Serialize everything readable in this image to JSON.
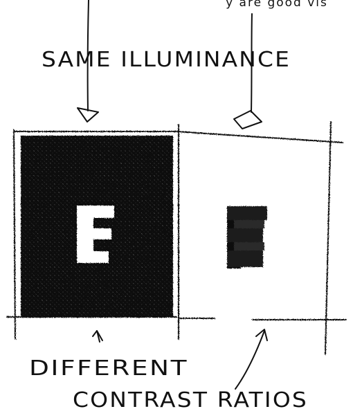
{
  "top_clipped_text": "y are good vis",
  "heading": "SAME ILLUMINANCE",
  "left_panel": {
    "letter": "E",
    "tone": "dark"
  },
  "right_panel": {
    "letter": "E",
    "tone": "light"
  },
  "caption_line1": "DIFFERENT",
  "caption_line2": "CONTRAST RATIOS",
  "colors": {
    "ink": "#111111",
    "paper": "#ffffff"
  }
}
